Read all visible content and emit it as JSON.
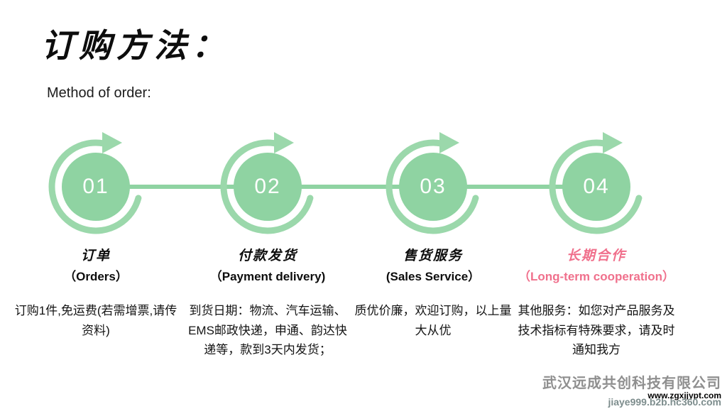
{
  "slide": {
    "title": "订购方法：",
    "subtitle": "Method of order:"
  },
  "steps": [
    {
      "number": "01",
      "title_zh": "订单",
      "title_en": "（Orders）",
      "body": "订购1件,免运费(若需增票,请传资料)"
    },
    {
      "number": "02",
      "title_zh": "付款发货",
      "title_en": "（Payment delivery)",
      "body": "到货日期：物流、汽车运输、EMS邮政快递，申通、韵达快递等，款到3天内发货；"
    },
    {
      "number": "03",
      "title_zh": "售货服务",
      "title_en": "(Sales Service）",
      "body": "质优价廉，欢迎订购，以上量大从优"
    },
    {
      "number": "04",
      "title_zh": "长期合作",
      "title_en": "（Long-term cooperation）",
      "body": "其他服务：如您对产品服务及技术指标有特殊要求，请及时通知我方"
    }
  ],
  "watermark": {
    "company": "武汉远成共创科技有限公司",
    "url_primary": "www.zgxjjypt.com",
    "url_secondary": "jiaye999.b2b.hc360.com"
  },
  "icons": {
    "step_arrow": "circular-arrow-swoosh"
  },
  "colors": {
    "circle_green": "#8fd3a2",
    "arrow_green": "#9bd8ab",
    "pink": "#f0708c",
    "watermark_gray": "#8f8f8f"
  }
}
